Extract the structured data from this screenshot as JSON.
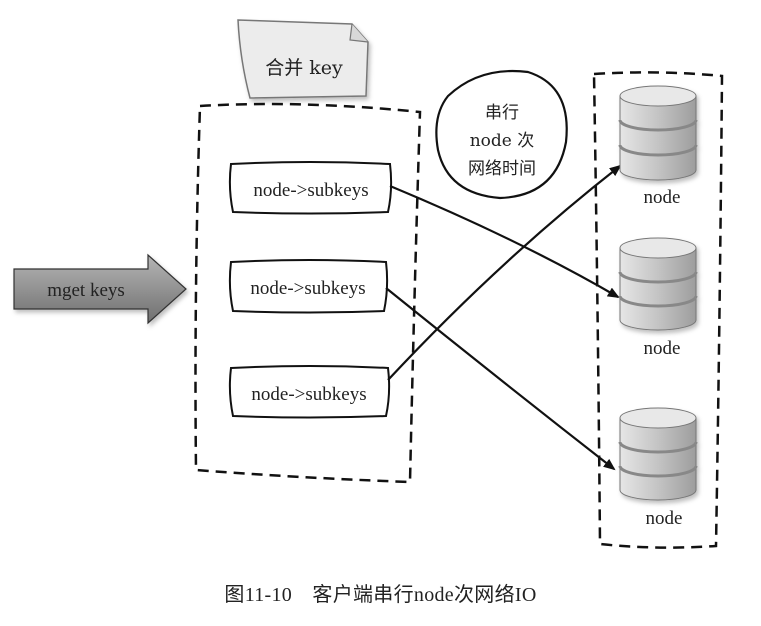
{
  "merge_note": {
    "label": "合并 key"
  },
  "input_arrow": {
    "label": "mget keys"
  },
  "subkey_boxes": [
    {
      "label": "node->subkeys"
    },
    {
      "label": "node->subkeys"
    },
    {
      "label": "node->subkeys"
    }
  ],
  "serial_note": {
    "lines": [
      "串行",
      "node 次",
      "网络时间"
    ]
  },
  "nodes": [
    {
      "label": "node"
    },
    {
      "label": "node"
    },
    {
      "label": "node"
    }
  ],
  "caption": {
    "text": "图11-10　客户端串行node次网络IO"
  },
  "colors": {
    "ink": "#222222",
    "arrow_fill": "#8a8a8a",
    "db_fill": "#cfcfcf",
    "note_fill": "#e9e9e9"
  }
}
